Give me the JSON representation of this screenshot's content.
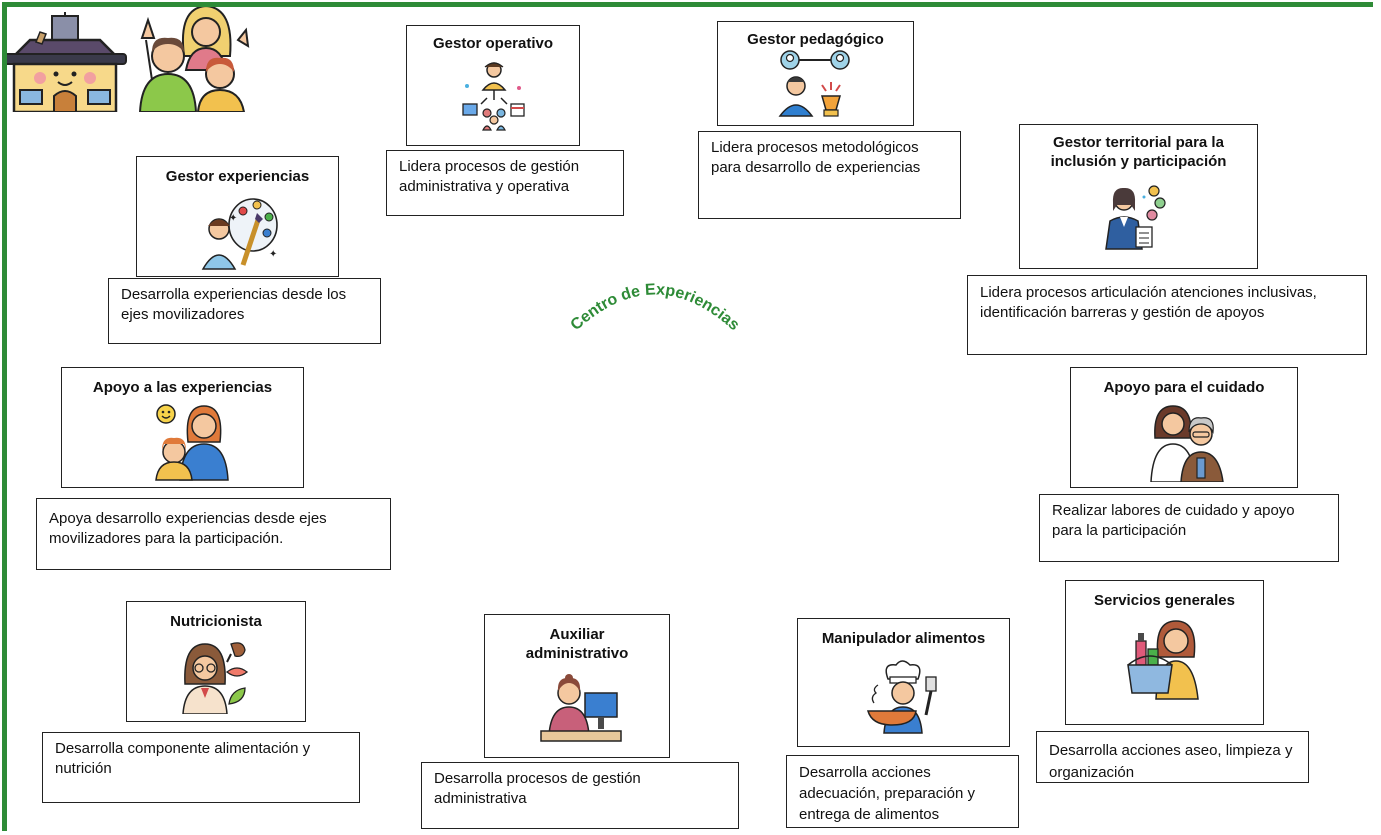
{
  "center": {
    "title": "Centro de Experiencias"
  },
  "roles": {
    "operativo": {
      "title": "Gestor operativo",
      "desc": "Lidera procesos de gestión administrativa y operativa"
    },
    "pedagogico": {
      "title": "Gestor pedagógico",
      "desc": "Lidera procesos metodológicos para desarrollo de experiencias"
    },
    "experiencias": {
      "title": "Gestor experiencias",
      "desc": "Desarrolla experiencias desde los ejes movilizadores"
    },
    "territorial": {
      "title": "Gestor territorial para la inclusión y participación",
      "desc": "Lidera procesos articulación atenciones inclusivas, identificación barreras y gestión de apoyos"
    },
    "apoyo_exp": {
      "title": "Apoyo a las experiencias",
      "desc": "Apoya desarrollo experiencias desde ejes movilizadores para la participación."
    },
    "cuidado": {
      "title": "Apoyo para el cuidado",
      "desc": "Realizar labores de cuidado y apoyo para la participación"
    },
    "nutricionista": {
      "title": "Nutricionista",
      "desc": "Desarrolla componente alimentación y nutrición"
    },
    "auxiliar": {
      "title": "Auxiliar administrativo",
      "desc": "Desarrolla procesos de gestión administrativa"
    },
    "manipulador": {
      "title": "Manipulador alimentos",
      "desc": "Desarrolla acciones adecuación, preparación y entrega de alimentos"
    },
    "servicios": {
      "title": "Servicios generales",
      "desc": "Desarrolla acciones aseo, limpieza y organización"
    }
  },
  "icons": {
    "operativo": "network-people-icon",
    "pedagogico": "teacher-connection-icon",
    "experiencias": "artist-palette-icon",
    "territorial": "businesswoman-icon",
    "apoyo_exp": "family-icon",
    "cuidado": "caregiver-elder-icon",
    "nutricionista": "nutritionist-food-icon",
    "auxiliar": "receptionist-computer-icon",
    "manipulador": "chef-cooking-icon",
    "servicios": "cleaning-supplies-icon",
    "center_house": "school-house-icon",
    "center_people": "community-people-icon"
  },
  "colors": {
    "frame": "#2e8b37",
    "center_title": "#2e8b37",
    "border": "#222222"
  }
}
